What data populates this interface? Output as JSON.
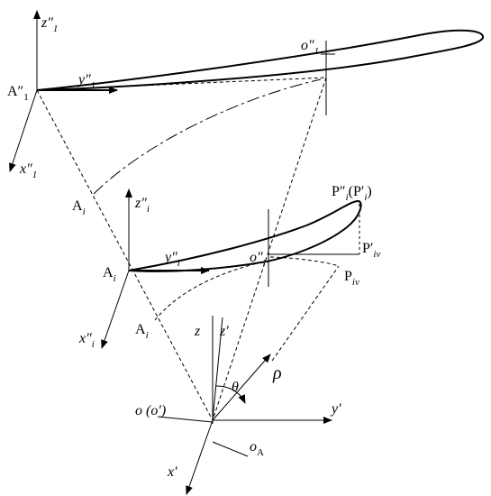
{
  "labels": {
    "z1": "z″",
    "z1_sub": "1",
    "y1": "y″",
    "y1_sub": "1",
    "x1": "x″",
    "x1_sub": "1",
    "A1": "A″",
    "A1_sub": "1",
    "o1": "o″",
    "o1_sub": "1",
    "Ai_upper": "A",
    "Ai_upper_sub": "i",
    "zi": "z″",
    "zi_sub": "i",
    "yi": "y″",
    "yi_sub": "i",
    "xi": "x″",
    "xi_sub": "i",
    "Ai": "A",
    "Ai_sub": "i",
    "oi": "o″",
    "oi_sub": "i",
    "Ai_lower": "A",
    "Ai_lower_sub": "i",
    "Pi": "P″",
    "Pi_sub": "i",
    "Pi_paren": "(P′",
    "Pi_paren_sub": "i",
    "Pi_close": ")",
    "Piv_prime": "P′",
    "Piv_prime_sub": "iv",
    "Piv": "P",
    "Piv_sub": "iv",
    "z": "z",
    "zp": "z′",
    "rho": "ρ",
    "theta": "θ",
    "o": "o",
    "o_paren": "(o′)",
    "yp": "y′",
    "xp": "x′",
    "oA": "o",
    "oA_sub": "A"
  }
}
